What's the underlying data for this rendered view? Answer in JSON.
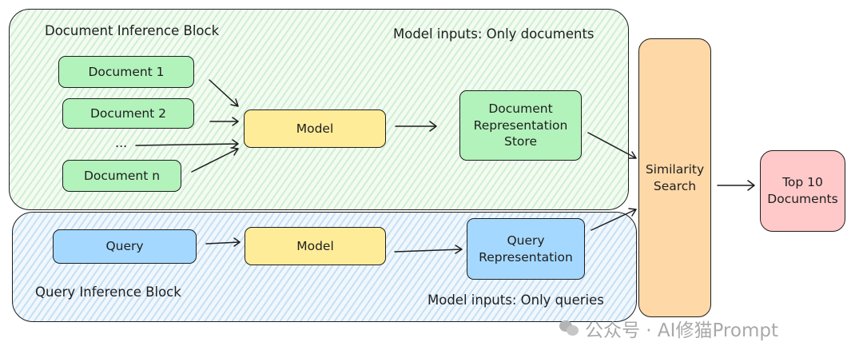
{
  "document_block": {
    "title": "Document Inference Block",
    "note": "Model inputs: Only documents",
    "documents": [
      "Document 1",
      "Document 2",
      "...",
      "Document n"
    ],
    "model_label": "Model",
    "store_label": "Document\nRepresentation\nStore"
  },
  "query_block": {
    "title": "Query Inference Block",
    "note": "Model inputs: Only queries",
    "query_label": "Query",
    "model_label": "Model",
    "representation_label": "Query\nRepresentation"
  },
  "similarity_label": "Similarity\nSearch",
  "result_label": "Top 10\nDocuments",
  "watermark": "公众号 · AI修猫Prompt",
  "colors": {
    "document_panel": "#f3fbf3",
    "query_panel": "#f1f7fc",
    "document_box": "#b2f2bb",
    "model_box": "#ffec99",
    "query_box": "#a5d8ff",
    "similarity_box": "#ffd8a8",
    "result_box": "#ffc9c9"
  }
}
